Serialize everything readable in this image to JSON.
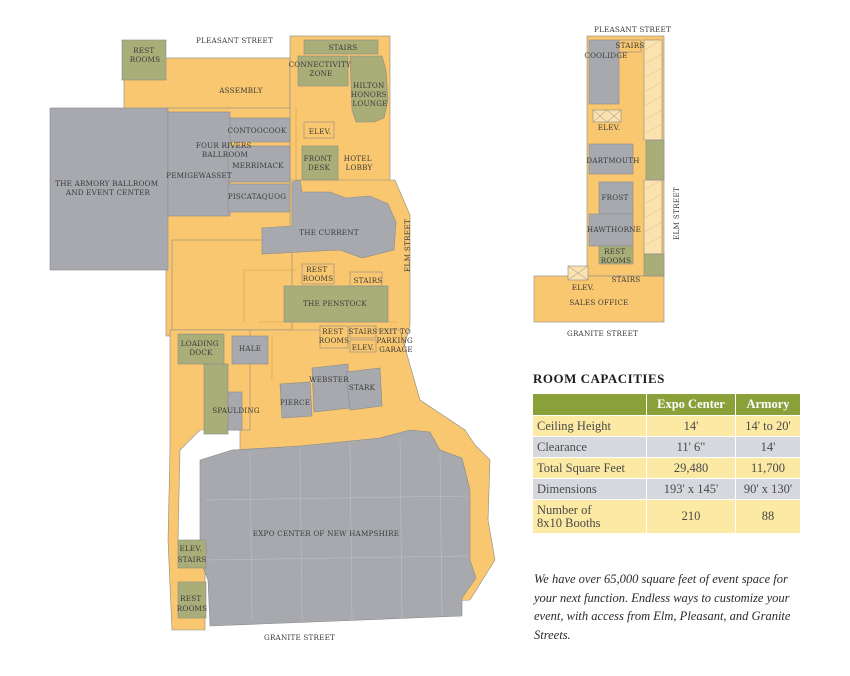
{
  "streets": {
    "pleasant_main": "PLEASANT STREET",
    "granite_main": "GRANITE STREET",
    "elm_main": "ELM STREET",
    "pleasant_small": "PLEASANT STREET",
    "granite_small": "GRANITE STREET",
    "elm_small": "ELM STREET"
  },
  "rooms": {
    "rest_rooms_top": [
      "REST",
      "ROOMS"
    ],
    "assembly": "ASSEMBLY",
    "stairs_top": "STAIRS",
    "connectivity_zone": [
      "CONNECTIVITY",
      "ZONE"
    ],
    "hilton_honors_lounge": [
      "HILTON",
      "HONORS",
      "LOUNGE"
    ],
    "elev_top": "ELEV.",
    "contoocook": "CONTOOCOOK",
    "four_rivers_ballroom": [
      "FOUR RIVERS",
      "BALLROOM"
    ],
    "merrimack": "MERRIMACK",
    "pemigewasset": "PEMIGEWASSET",
    "piscataquog": "PISCATAQUOG",
    "armory": [
      "THE ARMORY BALLROOM",
      "AND EVENT CENTER"
    ],
    "front_desk": [
      "FRONT",
      "DESK"
    ],
    "hotel_lobby": [
      "HOTEL",
      "LOBBY"
    ],
    "the_current": "THE CURRENT",
    "rest_rooms_mid": [
      "REST",
      "ROOMS"
    ],
    "stairs_mid": "STAIRS",
    "the_penstock": "THE PENSTOCK",
    "loading_dock": [
      "LOADING",
      "DOCK"
    ],
    "hale": "HALE",
    "rest_rooms_low": [
      "REST",
      "ROOMS"
    ],
    "stairs_low": "STAIRS",
    "elev_low": "ELEV.",
    "exit_parking": [
      "EXIT TO",
      "PARKING",
      "GARAGE"
    ],
    "webster": "WEBSTER",
    "stark": "STARK",
    "pierce": "PIERCE",
    "spaulding": "SPAULDING",
    "expo_center": "EXPO CENTER OF NEW HAMPSHIRE",
    "elev_stairs_bottom": [
      "ELEV.",
      "STAIRS"
    ],
    "rest_rooms_bottom": [
      "REST",
      "ROOMS"
    ]
  },
  "small_rooms": {
    "stairs": "STAIRS",
    "coolidge": "COOLIDGE",
    "elev": "ELEV.",
    "dartmouth": "DARTMOUTH",
    "frost": "FROST",
    "hawthorne": "HAWTHORNE",
    "rest_rooms": [
      "REST",
      "ROOMS"
    ],
    "stairs_lower": "STAIRS",
    "elev_lower": "ELEV.",
    "sales_office": "SALES OFFICE"
  },
  "capacities": {
    "title": "ROOM CAPACITIES",
    "columns": [
      "",
      "Expo Center",
      "Armory"
    ],
    "rows": [
      {
        "label": "Ceiling Height",
        "expo": "14'",
        "armory": "14' to 20'"
      },
      {
        "label": "Clearance",
        "expo": "11' 6\"",
        "armory": "14'"
      },
      {
        "label": "Total Square Feet",
        "expo": "29,480",
        "armory": "11,700"
      },
      {
        "label": "Dimensions",
        "expo": "193' x 145'",
        "armory": "90' x 130'"
      },
      {
        "label_lines": [
          "Number of",
          "8x10 Booths"
        ],
        "expo": "210",
        "armory": "88"
      }
    ]
  },
  "blurb": "We have over 65,000 square feet of event space for your next function. Endless ways to customize your event, with access from Elm, Pleasant, and Granite Streets.",
  "colors": {
    "corridor": "#f9c76f",
    "room_gray": "#a7a9ae",
    "room_green": "#a9ae78",
    "header_green": "#8aa13a",
    "row_yellow": "#fbe9a4",
    "row_gray": "#d6d8dd"
  }
}
